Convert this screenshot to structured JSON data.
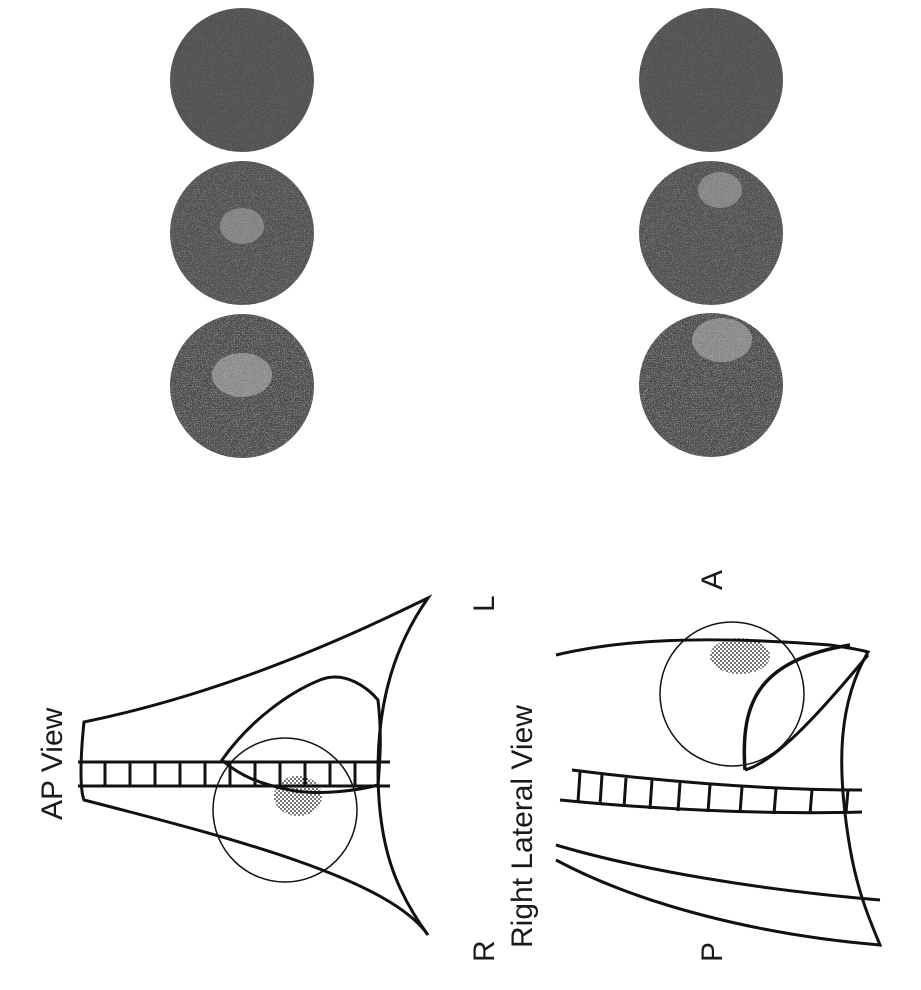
{
  "ap_panel": {
    "title": "AP View",
    "label_right": "R",
    "label_left": "L"
  },
  "lateral_panel": {
    "title": "Right Lateral View",
    "label_posterior": "P",
    "label_anterior": "A"
  },
  "scans": {
    "ap_row_count": 3,
    "lateral_row_count": 3
  },
  "colors": {
    "ink": "#111111",
    "scan_base": "#4d4d4d",
    "scan_hot": "#e8e8e8"
  }
}
